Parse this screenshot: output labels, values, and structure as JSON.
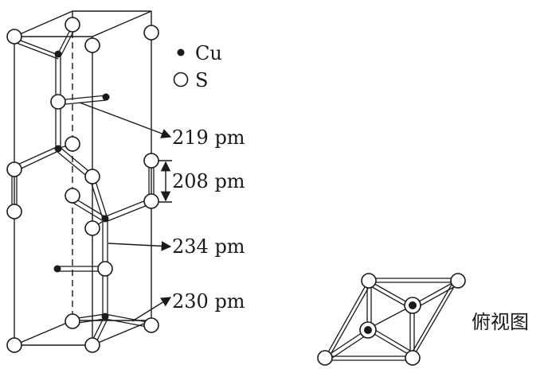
{
  "legend": {
    "cu_label": "Cu",
    "s_label": "S"
  },
  "measurements": {
    "m219": "219 pm",
    "m208": "208 pm",
    "m234": "234 pm",
    "m230": "230 pm"
  },
  "top_view": {
    "caption": "俯视图"
  },
  "colors": {
    "line": "#1a1a1a",
    "s_fill": "#ffffff",
    "cu_fill": "#1a1a1a"
  }
}
